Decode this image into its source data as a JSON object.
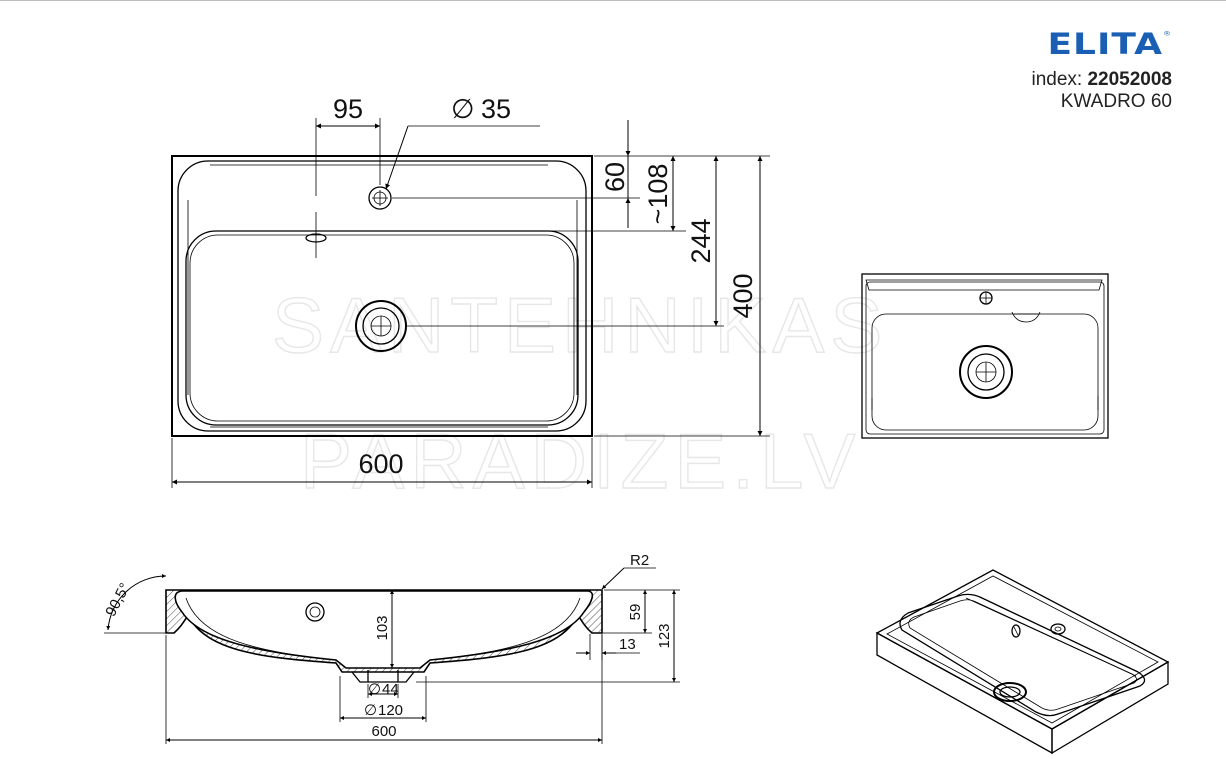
{
  "brand": {
    "logo_text": "ELITA",
    "registered_mark": "®",
    "index_label": "index:",
    "index_value": "22052008",
    "model": "KWADRO 60",
    "color": "#1a5fb4"
  },
  "watermark": {
    "line1": "SANTEHNIKAS",
    "line2": "PARADIZE.LV"
  },
  "top_view": {
    "dims": {
      "tap_offset": "95",
      "tap_hole": "35",
      "tap_from_back": "60",
      "overflow_from_back": "~108",
      "drain_from_back": "244",
      "depth": "400",
      "width": "600"
    }
  },
  "section_view": {
    "dims": {
      "angle": "90,5°",
      "radius": "R2",
      "inner_depth": "103",
      "rim_height": "59",
      "total_height": "123",
      "wall_offset": "13",
      "drain_inner": "44",
      "drain_outer": "120",
      "width": "600"
    }
  },
  "symbols": {
    "diameter": "∅"
  }
}
